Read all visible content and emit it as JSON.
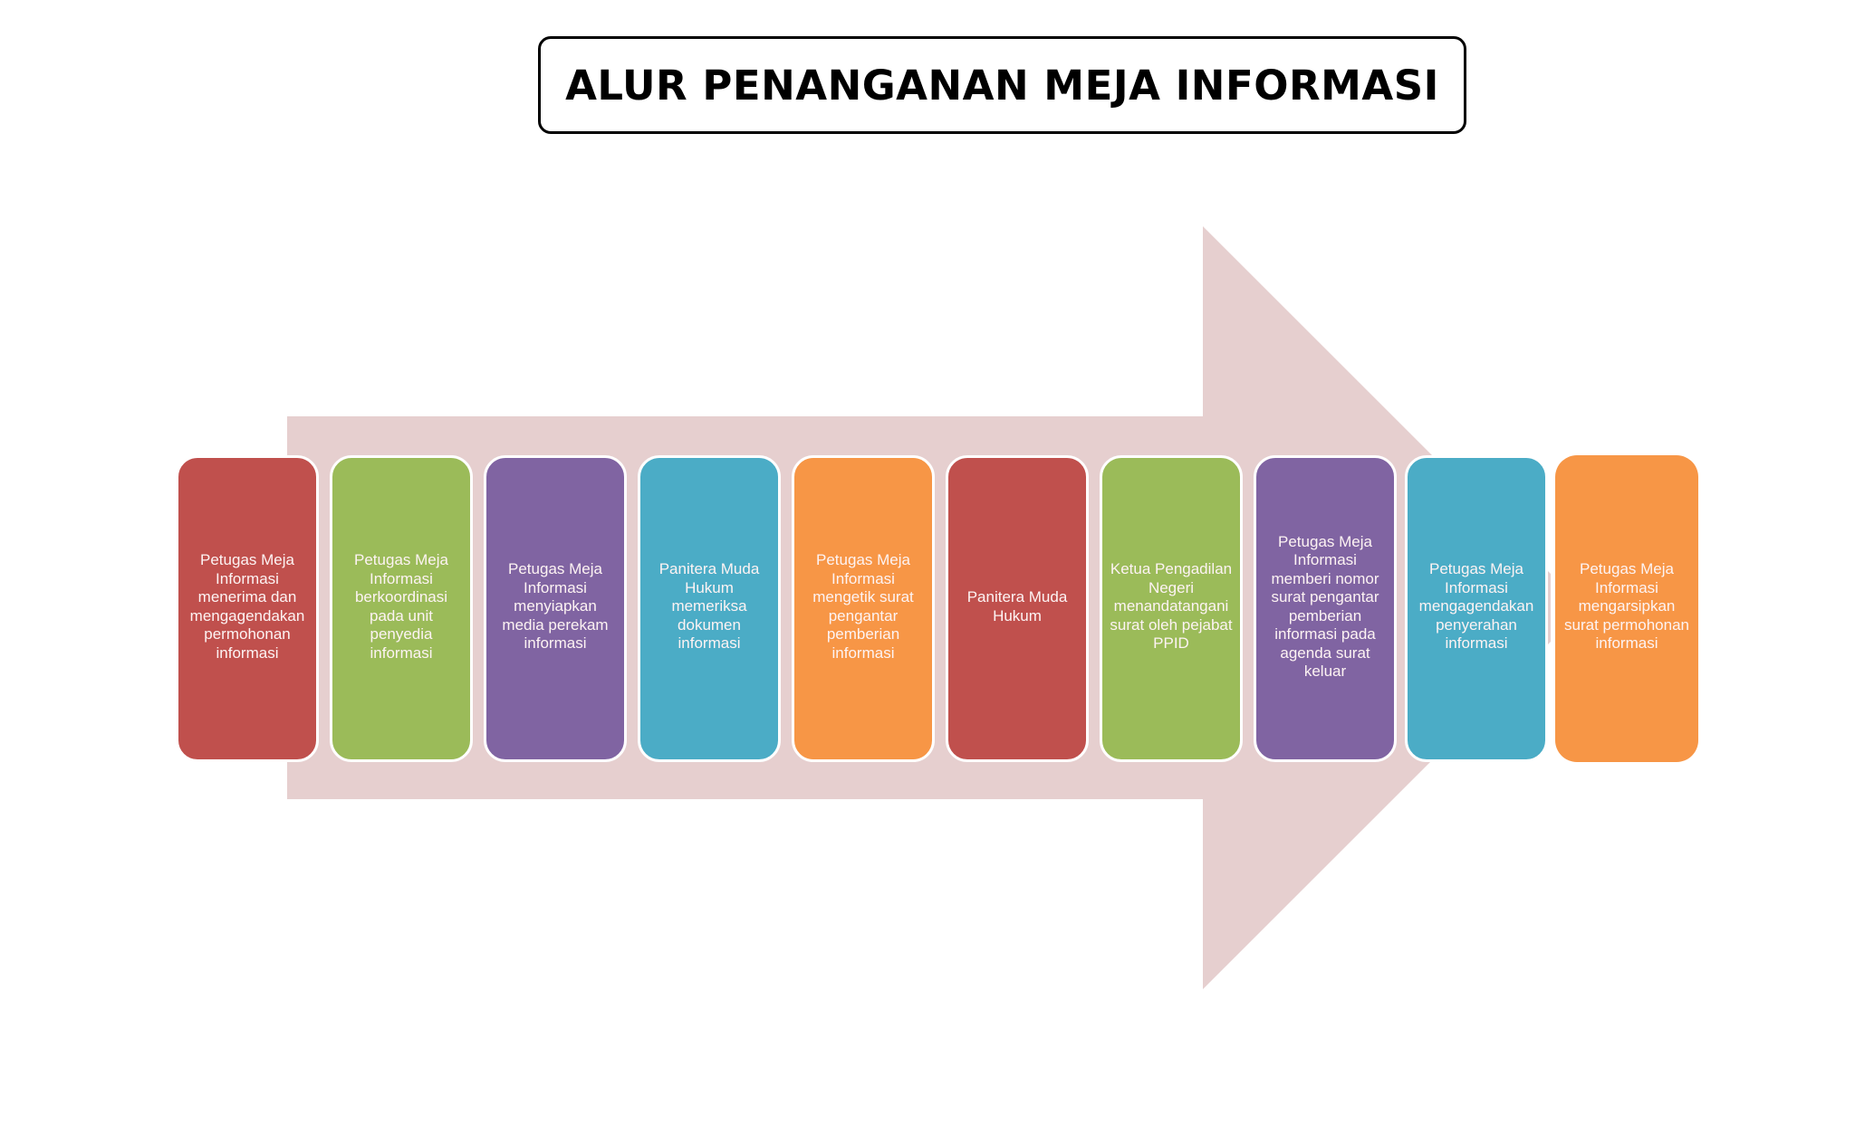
{
  "title": "ALUR PENANGANAN MEJA INFORMASI",
  "colors": {
    "arrow": "#E6CFCF",
    "red": "#C0504D",
    "green": "#9BBB59",
    "purple": "#8064A2",
    "teal": "#4BACC6",
    "orange": "#F79646",
    "title_border": "#000000",
    "step_text": "#FFFFFF"
  },
  "steps": [
    {
      "label": "Petugas Meja Informasi menerima dan mengagendakan permohonan informasi",
      "color": "#C0504D"
    },
    {
      "label": "Petugas Meja Informasi berkoordinasi pada unit penyedia informasi",
      "color": "#9BBB59"
    },
    {
      "label": "Petugas Meja Informasi menyiapkan media perekam informasi",
      "color": "#8064A2"
    },
    {
      "label": "Panitera Muda Hukum memeriksa dokumen informasi",
      "color": "#4BACC6"
    },
    {
      "label": "Petugas Meja Informasi mengetik surat pengantar pemberian informasi",
      "color": "#F79646"
    },
    {
      "label": "Panitera Muda Hukum",
      "color": "#C0504D"
    },
    {
      "label": "Ketua Pengadilan Negeri menandatangani surat oleh pejabat PPID",
      "color": "#9BBB59"
    },
    {
      "label": "Petugas Meja Informasi memberi nomor surat pengantar pemberian informasi pada agenda surat keluar",
      "color": "#8064A2"
    },
    {
      "label": "Petugas Meja Informasi mengagendakan penyerahan informasi",
      "color": "#4BACC6"
    },
    {
      "label": "Petugas Meja Informasi mengarsipkan surat permohonan informasi",
      "color": "#F79646"
    }
  ]
}
